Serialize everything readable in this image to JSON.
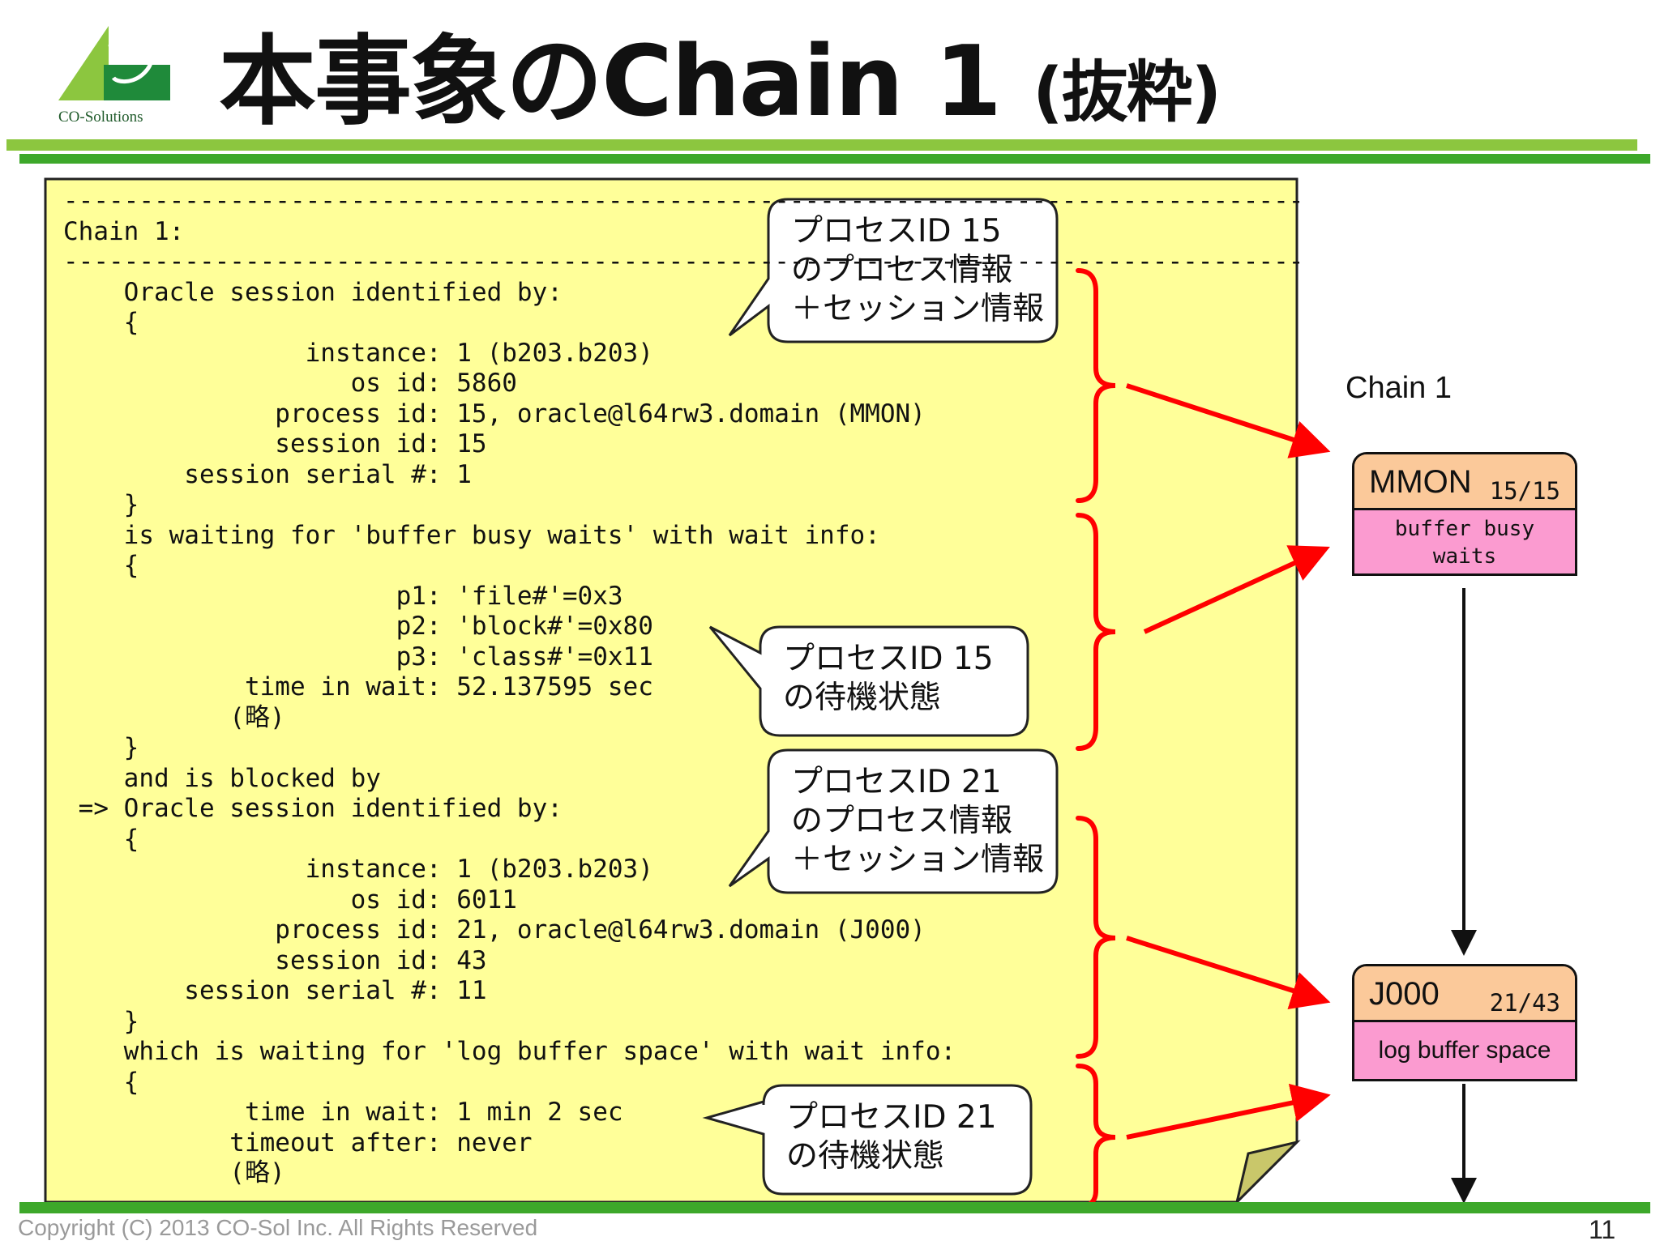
{
  "header": {
    "title_main": "本事象のChain 1",
    "title_sub": "(抜粋)",
    "logo_text": "CO-Solutions"
  },
  "code_lines": [
    "----------------------------------------------------------------------------------",
    "Chain 1:",
    "----------------------------------------------------------------------------------",
    "    Oracle session identified by:",
    "    {",
    "                instance: 1 (b203.b203)",
    "                   os id: 5860",
    "              process id: 15, oracle@l64rw3.domain (MMON)",
    "              session id: 15",
    "        session serial #: 1",
    "    }",
    "    is waiting for 'buffer busy waits' with wait info:",
    "    {",
    "                      p1: 'file#'=0x3",
    "                      p2: 'block#'=0x80",
    "                      p3: 'class#'=0x11",
    "            time in wait: 52.137595 sec",
    "           (略)",
    "    }",
    "    and is blocked by",
    " => Oracle session identified by:",
    "    {",
    "                instance: 1 (b203.b203)",
    "                   os id: 6011",
    "              process id: 21, oracle@l64rw3.domain (J000)",
    "              session id: 43",
    "        session serial #: 11",
    "    }",
    "    which is waiting for 'log buffer space' with wait info:",
    "    {",
    "            time in wait: 1 min 2 sec",
    "           timeout after: never",
    "           (略)"
  ],
  "callouts": [
    {
      "lines": [
        "プロセスID 15",
        "のプロセス情報",
        "＋セッション情報"
      ]
    },
    {
      "lines": [
        "プロセスID 15",
        "の待機状態"
      ]
    },
    {
      "lines": [
        "プロセスID 21",
        "のプロセス情報",
        "＋セッション情報"
      ]
    },
    {
      "lines": [
        "プロセスID 21",
        "の待機状態"
      ]
    }
  ],
  "chain": {
    "label": "Chain 1",
    "nodes": [
      {
        "name": "MMON",
        "ids": "15/15",
        "wait": [
          "buffer busy",
          "waits"
        ]
      },
      {
        "name": "J000",
        "ids": "21/43",
        "wait": [
          "log buffer space"
        ]
      }
    ]
  },
  "footer": {
    "copyright": "Copyright (C) 2013 CO-Sol Inc. All Rights Reserved",
    "page_number": "11"
  },
  "colors": {
    "note_fill": "#ffff99",
    "band_light": "#8cc63f",
    "band_dark": "#3da82a",
    "arrow": "#ff0000",
    "node_head": "#fbc99a",
    "node_body": "#fb9bd0"
  }
}
